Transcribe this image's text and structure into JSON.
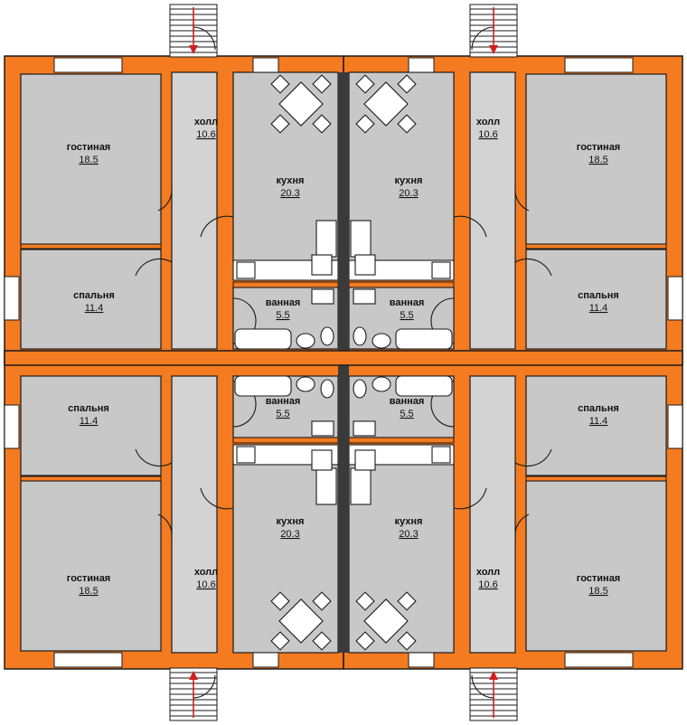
{
  "plan": {
    "units": [
      {
        "id": "top-left",
        "rooms": {
          "living": {
            "name": "гостиная",
            "area": "18.5"
          },
          "bedroom": {
            "name": "спальня",
            "area": "11.4"
          },
          "hall": {
            "name": "холл",
            "area": "10.6"
          },
          "kitchen": {
            "name": "кухня",
            "area": "20.3"
          },
          "bath": {
            "name": "ванная",
            "area": "5.5"
          }
        }
      },
      {
        "id": "top-right",
        "rooms": {
          "living": {
            "name": "гостиная",
            "area": "18.5"
          },
          "bedroom": {
            "name": "спальня",
            "area": "11.4"
          },
          "hall": {
            "name": "холл",
            "area": "10.6"
          },
          "kitchen": {
            "name": "кухня",
            "area": "20.3"
          },
          "bath": {
            "name": "ванная",
            "area": "5.5"
          }
        }
      },
      {
        "id": "bottom-left",
        "rooms": {
          "living": {
            "name": "гостиная",
            "area": "18.5"
          },
          "bedroom": {
            "name": "спальня",
            "area": "11.4"
          },
          "hall": {
            "name": "холл",
            "area": "10.6"
          },
          "kitchen": {
            "name": "кухня",
            "area": "20.3"
          },
          "bath": {
            "name": "ванная",
            "area": "5.5"
          }
        }
      },
      {
        "id": "bottom-right",
        "rooms": {
          "living": {
            "name": "гостиная",
            "area": "18.5"
          },
          "bedroom": {
            "name": "спальня",
            "area": "11.4"
          },
          "hall": {
            "name": "холл",
            "area": "10.6"
          },
          "kitchen": {
            "name": "кухня",
            "area": "20.3"
          },
          "bath": {
            "name": "ванная",
            "area": "5.5"
          }
        }
      }
    ],
    "colors": {
      "wall": "#f47b20",
      "room_fill": "#c8c8c8",
      "entry_arrow": "#d21f1f",
      "outline": "#1a1a1a"
    },
    "icons": [
      "stair-icon",
      "entry-arrow-icon",
      "dining-set-icon",
      "stove-icon",
      "sink-icon",
      "bathtub-icon",
      "toilet-icon",
      "washbasin-icon"
    ]
  }
}
